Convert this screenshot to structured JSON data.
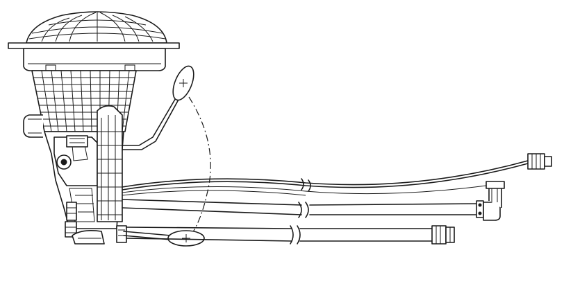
{
  "diagram": {
    "components": [
      {
        "id": "flange",
        "icon": "mounting-flange"
      },
      {
        "id": "reservoir",
        "icon": "lattice-reservoir"
      },
      {
        "id": "float-upper",
        "icon": "float-icon"
      },
      {
        "id": "float-lower",
        "icon": "float-icon"
      },
      {
        "id": "harness",
        "icon": "wire-harness"
      },
      {
        "id": "connector",
        "icon": "plug-connector"
      },
      {
        "id": "pipe-upper",
        "icon": "fuel-pipe"
      },
      {
        "id": "pipe-lower",
        "icon": "fuel-pipe"
      }
    ],
    "colors": {
      "line": "#1a1a1a",
      "background": "#ffffff"
    }
  }
}
